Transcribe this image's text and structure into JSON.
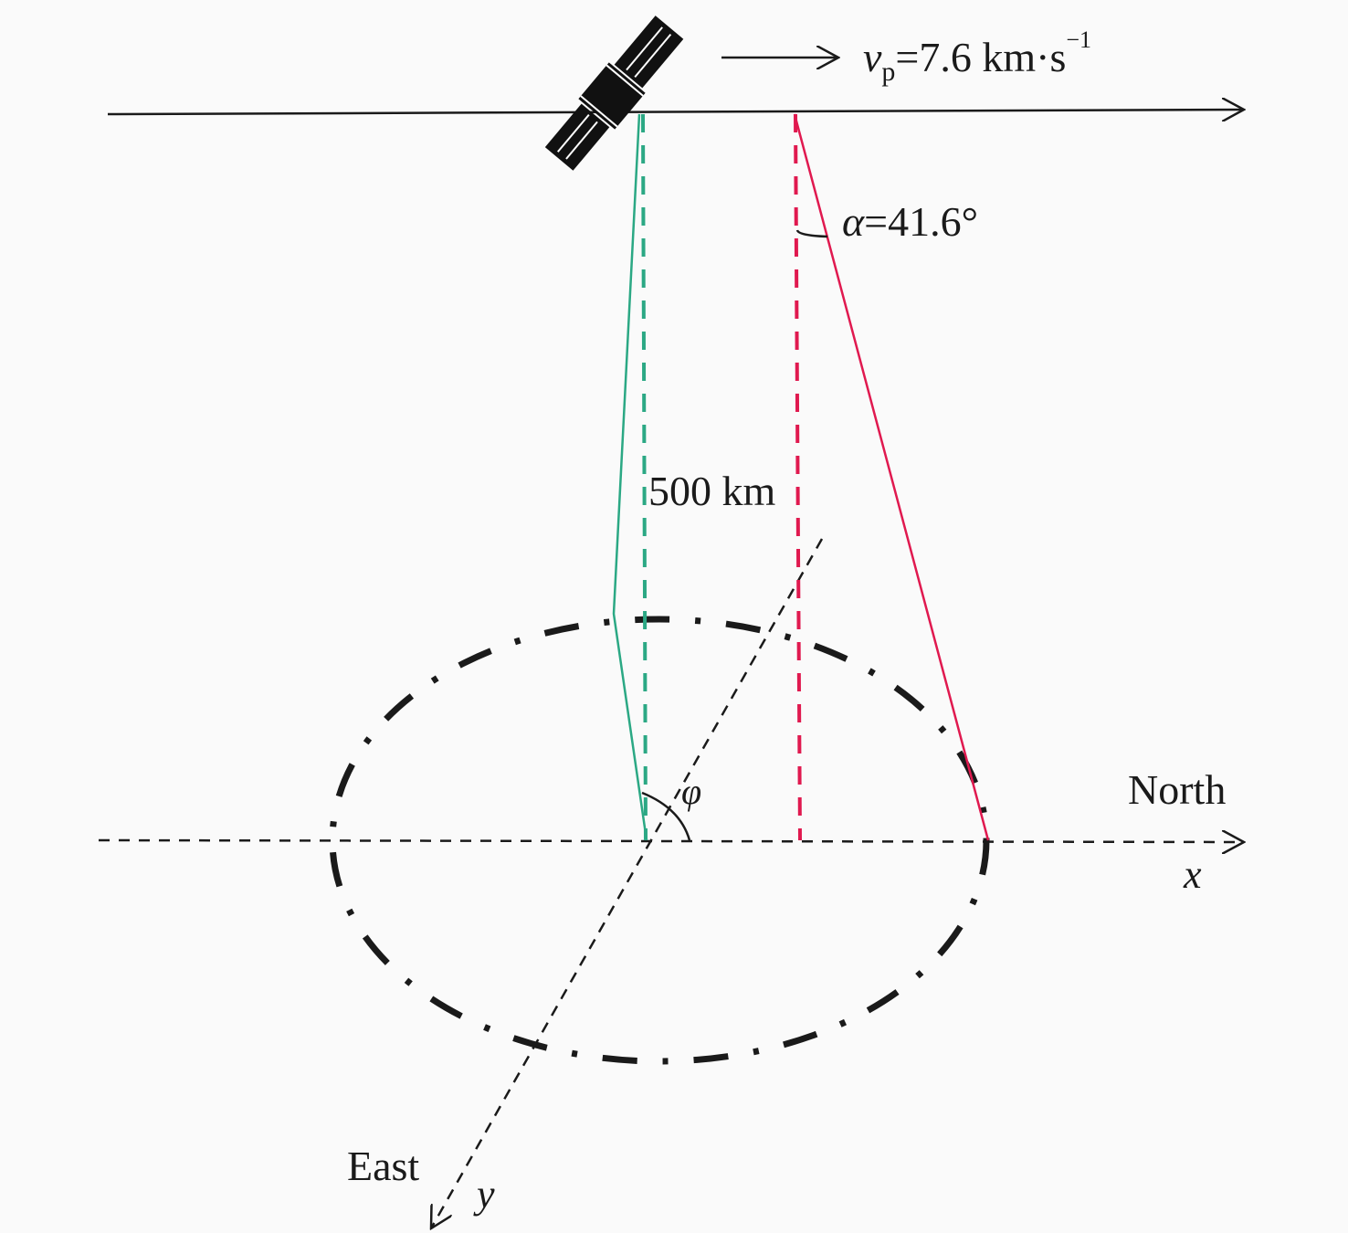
{
  "labels": {
    "velocity_symbol": "v",
    "velocity_subscript": "p",
    "velocity_value": "=7.6 km·s",
    "velocity_exponent": "−1",
    "alpha_symbol": "α",
    "alpha_value": "=41.6°",
    "altitude": "500 km",
    "phi": "φ",
    "north": "North",
    "x_axis": "x",
    "east": "East",
    "y_axis": "y"
  },
  "colors": {
    "green": "#2ba884",
    "red": "#e0194f",
    "black": "#1a1a1a"
  }
}
